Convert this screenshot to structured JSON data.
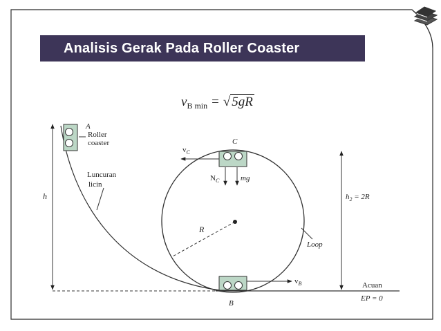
{
  "title": "Analisis Gerak Pada Roller Coaster",
  "formula": {
    "lhs": "v",
    "lhs_sub": "B min",
    "eq": "=",
    "root_symbol": "√",
    "radicand": "5gR"
  },
  "labels": {
    "point_a": "A",
    "roller_coaster": "Roller",
    "roller_coaster_2": "coaster",
    "luncuran": "Luncuran",
    "licin": "licin",
    "h": "h",
    "point_c": "C",
    "vc": "v",
    "vc_sub": "C",
    "nc": "N",
    "nc_sub": "C",
    "mg": "mg",
    "r": "R",
    "loop": "Loop",
    "h2": "h",
    "h2_sub": "2",
    "h2_val": " = 2R",
    "vb": "v",
    "vb_sub": "B",
    "point_b": "B",
    "acuan": "Acuan",
    "ep": "EP = 0"
  },
  "colors": {
    "title_bg": "#3d3558",
    "cart_fill": "#bcd7c6"
  },
  "icons": {
    "corner": "stacked-books-icon"
  }
}
